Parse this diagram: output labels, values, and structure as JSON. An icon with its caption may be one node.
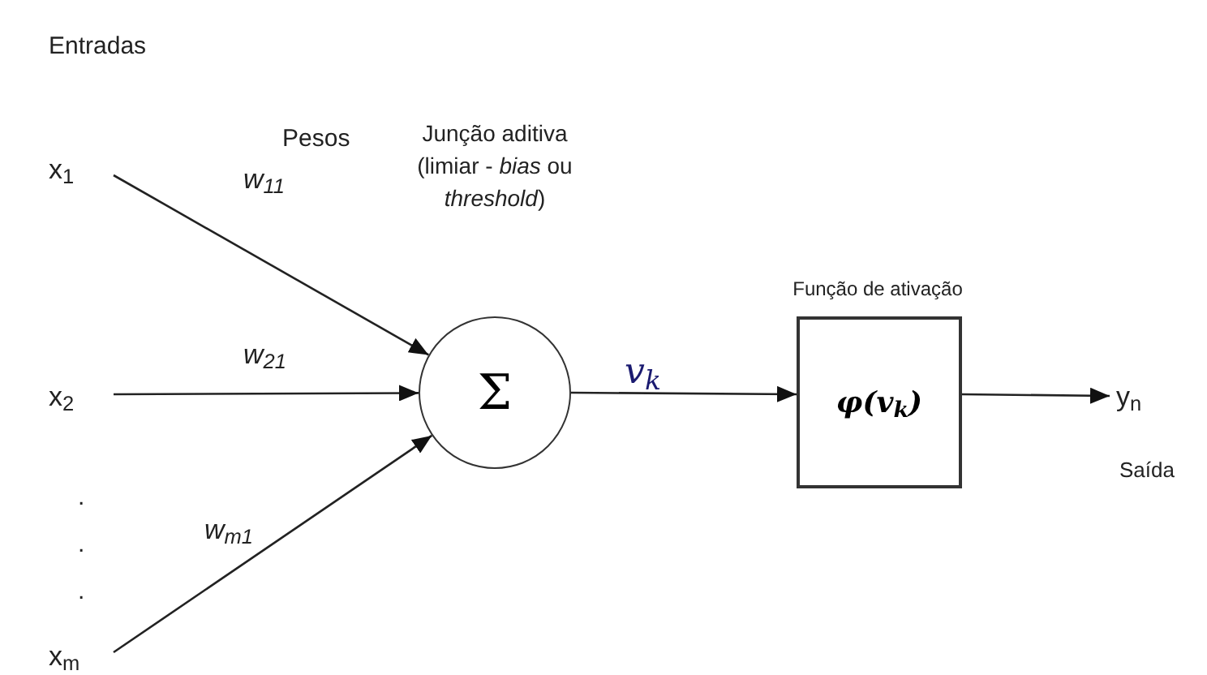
{
  "diagram": {
    "nodes": [
      {
        "text": [
          "x$_{1}$"
        ]
      },
      {
        "text": [
          "x$_{2}$"
        ]
      },
      {
        "text": [
          "x$_{m}$"
        ]
      },
      {
        "text": [
          "Junção aditiva (limiar - *bias* ou *threshold*)",
          "Σ"
        ]
      },
      {
        "text": [
          "Função de ativação",
          "φ(v$_{k}$)"
        ]
      },
      {
        "text": [
          "y$_{n}$"
        ],
        "beside": [
          "Saída"
        ]
      }
    ],
    "edges": [
      {
        "from": 0,
        "to": 3,
        "arrow": "to",
        "label": "w$_{11}$"
      },
      {
        "from": 1,
        "to": 3,
        "arrow": "to",
        "label": "w$_{21}$"
      },
      {
        "from": 2,
        "to": 3,
        "arrow": "to",
        "label": "w$_{m1}$"
      },
      {
        "from": 3,
        "to": 4,
        "arrow": "to",
        "label": "v$_{k}$"
      },
      {
        "from": 4,
        "to": 5,
        "arrow": "to"
      }
    ],
    "labels": [
      "Entradas",
      "Pesos",
      ".",
      ".",
      "."
    ]
  }
}
